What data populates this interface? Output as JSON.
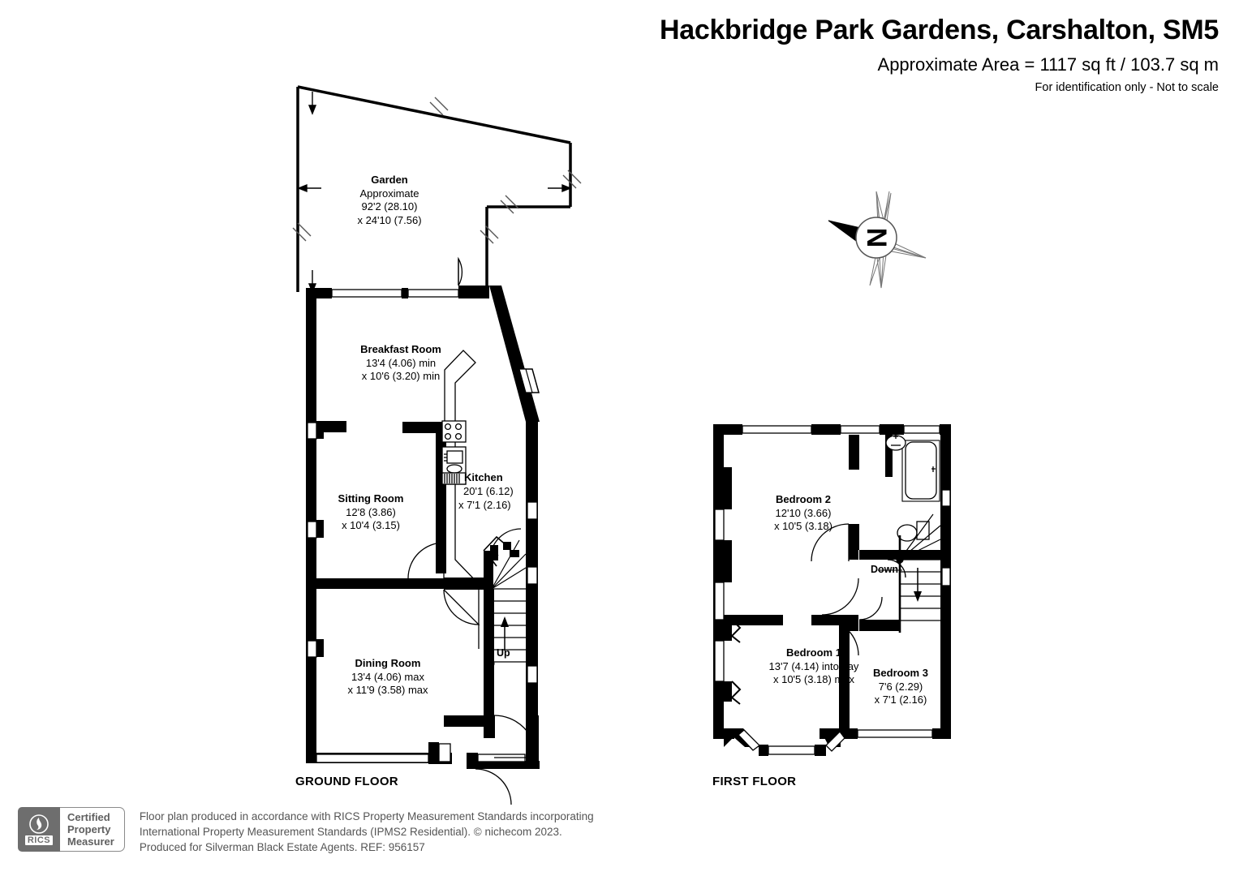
{
  "header": {
    "title": "Hackbridge Park Gardens, Carshalton, SM5",
    "area": "Approximate Area = 1117 sq ft / 103.7 sq m",
    "disclaimer": "For identification only - Not to scale"
  },
  "compass": {
    "north_letter": "N"
  },
  "floors": [
    {
      "id": "ground",
      "label": "GROUND FLOOR"
    },
    {
      "id": "first",
      "label": "FIRST FLOOR"
    }
  ],
  "ground_floor": {
    "label": "GROUND FLOOR",
    "garden": {
      "name": "Garden",
      "approx": "Approximate",
      "dim1": "92'2 (28.10)",
      "dim2": "x 24'10 (7.56)"
    },
    "rooms": [
      {
        "name": "Breakfast Room",
        "dim1": "13'4 (4.06) min",
        "dim2": "x 10'6 (3.20) min"
      },
      {
        "name": "Sitting Room",
        "dim1": "12'8 (3.86)",
        "dim2": "x 10'4 (3.15)"
      },
      {
        "name": "Kitchen",
        "dim1": "20'1 (6.12)",
        "dim2": "x 7'1 (2.16)"
      },
      {
        "name": "Dining Room",
        "dim1": "13'4 (4.06) max",
        "dim2": "x 11'9 (3.58) max"
      }
    ],
    "stair_direction": "Up"
  },
  "first_floor": {
    "label": "FIRST FLOOR",
    "rooms": [
      {
        "name": "Bedroom 2",
        "dim1": "12'10 (3.66)",
        "dim2": "x 10'5 (3.18)"
      },
      {
        "name": "Bedroom 1",
        "dim1": "13'7 (4.14) into bay",
        "dim2": "x 10'5 (3.18) max"
      },
      {
        "name": "Bedroom 3",
        "dim1": "7'6 (2.29)",
        "dim2": "x 7'1 (2.16)"
      }
    ],
    "stair_direction": "Down"
  },
  "footer": {
    "badge": {
      "brand": "RICS",
      "line1": "Certified",
      "line2": "Property",
      "line3": "Measurer"
    },
    "line1": "Floor plan produced in accordance with RICS Property Measurement Standards incorporating",
    "line2": "International Property Measurement Standards (IPMS2 Residential).   © nichecom 2023.",
    "line3": "Produced for Silverman Black Estate Agents.   REF: 956157"
  },
  "colors": {
    "wall": "#000000",
    "background": "#ffffff",
    "footer_text": "#555555",
    "badge_gray": "#6e6e6e"
  }
}
